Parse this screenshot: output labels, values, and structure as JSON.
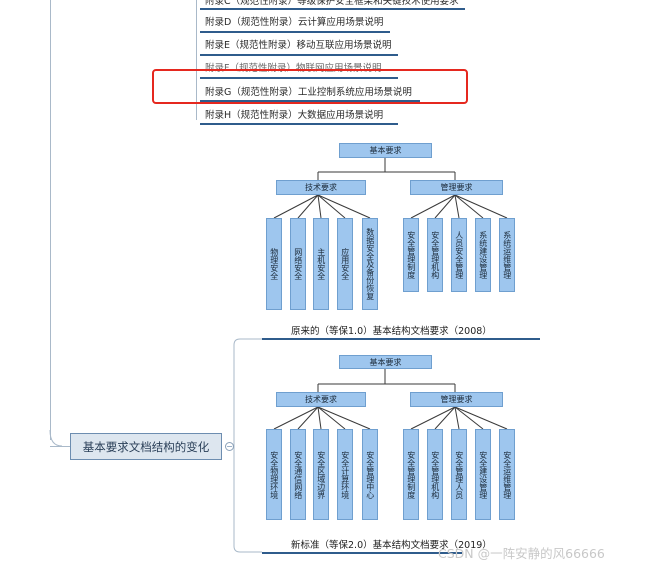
{
  "appendices": [
    {
      "label": "附录C（规范性附录）等级保护安全框架和关键技术使用要求"
    },
    {
      "label": "附录D（规范性附录）云计算应用场景说明"
    },
    {
      "label": "附录E（规范性附录）移动互联应用场景说明"
    },
    {
      "label": "附录F（规范性附录）物联网应用场景说明"
    },
    {
      "label": "附录G（规范性附录）工业控制系统应用场景说明"
    },
    {
      "label": "附录H（规范性附录）大数据应用场景说明"
    }
  ],
  "main_topic": "基本要求文档结构的变化",
  "collapse_symbol": "−",
  "diagram_old": {
    "root": "基本要求",
    "tech": "技术要求",
    "mgmt": "管理要求",
    "tech_items": [
      "物理安全",
      "网络安全",
      "主机安全",
      "应用安全",
      "数据安全及备份恢复"
    ],
    "mgmt_items": [
      "安全管理制度",
      "安全管理机构",
      "人员安全管理",
      "系统建设管理",
      "系统运维管理"
    ],
    "caption": "原来的（等保1.0）基本结构文档要求（2008）"
  },
  "diagram_new": {
    "root": "基本要求",
    "tech": "技术要求",
    "mgmt": "管理要求",
    "tech_items": [
      "安全物理环境",
      "安全通信网络",
      "安全区域边界",
      "安全计算环境",
      "安全管理中心"
    ],
    "mgmt_items": [
      "安全管理制度",
      "安全管理机构",
      "安全管理人员",
      "安全建设管理",
      "安全运维管理"
    ],
    "caption": "新标准（等保2.0）基本结构文档要求（2019）"
  },
  "watermark": "CSDN @一阵安静的风66666",
  "colors": {
    "highlight": "#e5281f",
    "node_fill": "#9ec6ee",
    "underline": "#2f5c8c"
  }
}
